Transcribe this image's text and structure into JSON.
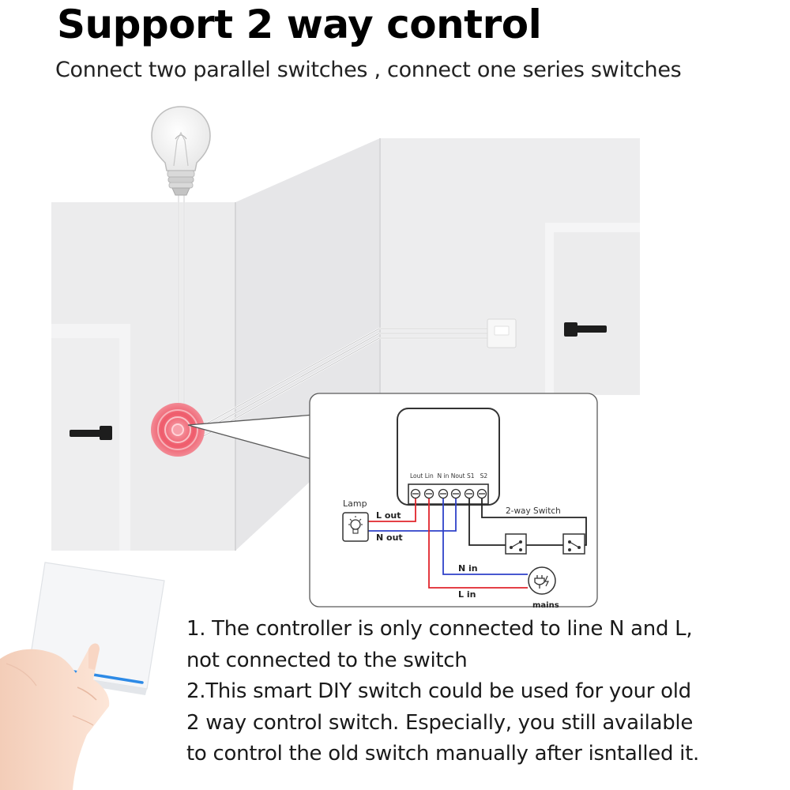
{
  "header": {
    "title": "Support 2 way control",
    "subtitle": "Connect two parallel switches , connect one series switches"
  },
  "wiring": {
    "terminals": "Lout Lin  N in Nout S1   S2",
    "lamp_label": "Lamp",
    "l_out": "L out",
    "n_out": "N out",
    "n_in": "N in",
    "l_in": "L in",
    "switch_label": "2-way Switch",
    "mains_label": "mains",
    "colors": {
      "live": "#e1252c",
      "neutral": "#2f41c9",
      "switch": "#222222",
      "highlight": "#ee4b5a"
    }
  },
  "notes": {
    "lines": [
      "1. The controller is only connected to line N and L,",
      "not connected to the switch",
      "2.This smart DIY switch could be used for your old",
      "2 way control switch. Especially, you still available",
      "to control the old switch manually after isntalled it."
    ]
  }
}
